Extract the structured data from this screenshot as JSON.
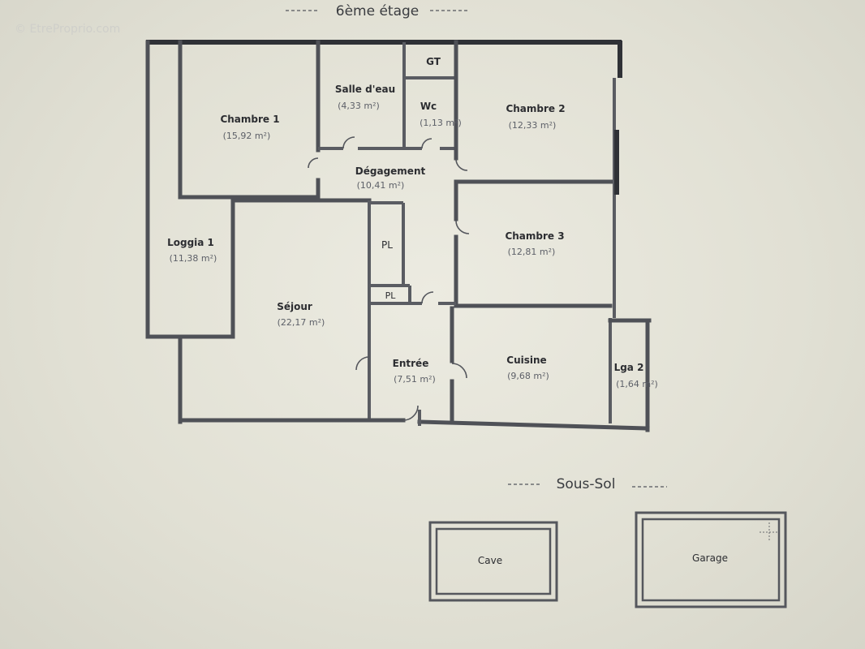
{
  "watermark": "© EtreProprio.com",
  "floor_title": "6ème étage",
  "basement_title": "Sous-Sol",
  "rooms": {
    "chambre1": {
      "name": "Chambre 1",
      "area": "(15,92 m²)"
    },
    "salle_deau": {
      "name": "Salle d'eau",
      "area": "(4,33 m²)"
    },
    "gt": {
      "name": "GT"
    },
    "wc": {
      "name": "Wc",
      "area": "(1,13 m²)"
    },
    "chambre2": {
      "name": "Chambre 2",
      "area": "(12,33 m²)"
    },
    "degagement": {
      "name": "Dégagement",
      "area": "(10,41 m²)"
    },
    "loggia1": {
      "name": "Loggia 1",
      "area": "(11,38 m²)"
    },
    "pl_top": {
      "name": "PL"
    },
    "pl_bottom": {
      "name": "PL"
    },
    "chambre3": {
      "name": "Chambre 3",
      "area": "(12,81 m²)"
    },
    "sejour": {
      "name": "Séjour",
      "area": "(22,17 m²)"
    },
    "entree": {
      "name": "Entrée",
      "area": "(7,51 m²)"
    },
    "cuisine": {
      "name": "Cuisine",
      "area": "(9,68 m²)"
    },
    "lga2": {
      "name": "Lga 2",
      "area": "(1,64 m²)"
    },
    "cave": {
      "name": "Cave"
    },
    "garage": {
      "name": "Garage"
    }
  }
}
